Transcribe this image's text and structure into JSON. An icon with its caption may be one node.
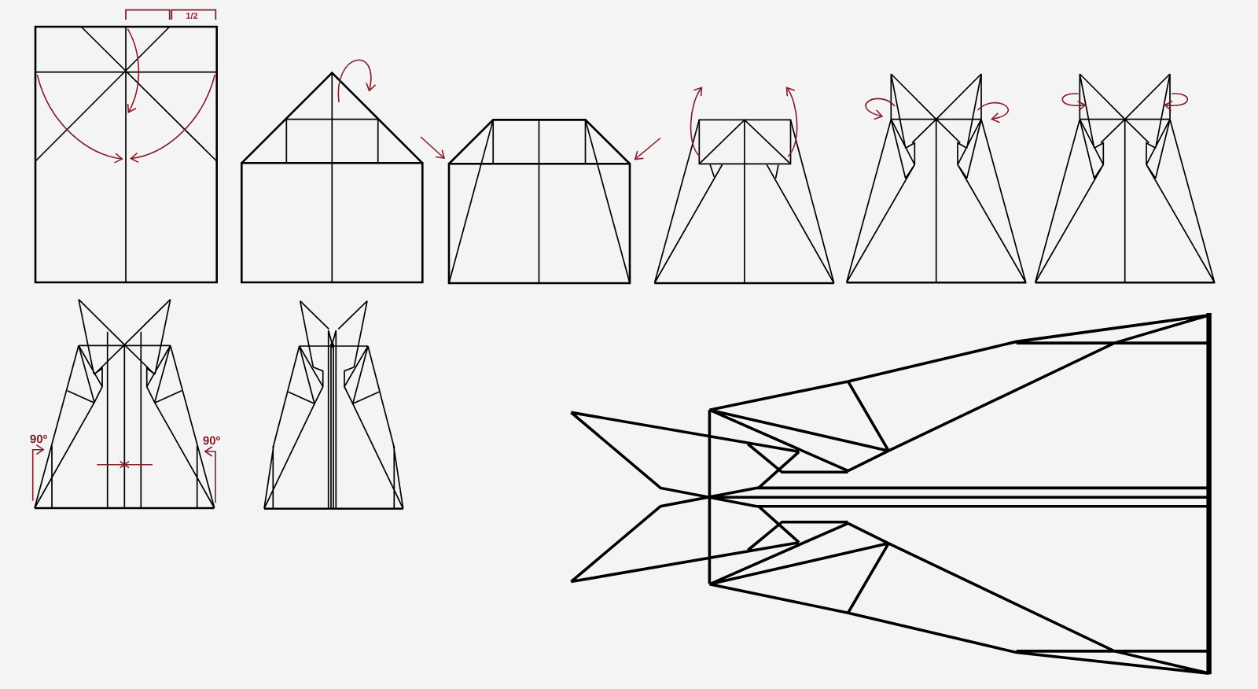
{
  "diagram": {
    "labels": [
      "1/2",
      "90º",
      "90º"
    ]
  }
}
